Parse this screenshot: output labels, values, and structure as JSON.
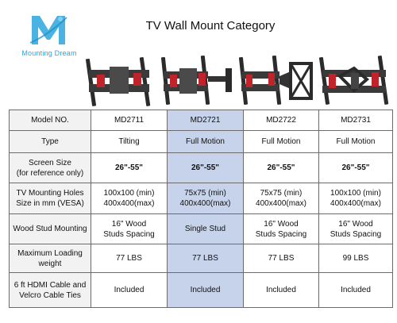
{
  "brand": {
    "name": "Mounting Dream",
    "accent_color": "#2aa6dc"
  },
  "page": {
    "title": "TV Wall Mount Category"
  },
  "table": {
    "highlight_color": "#c6d3ea",
    "rows": [
      {
        "label": "Model NO.",
        "cells": [
          "MD2711",
          "MD2721",
          "MD2722",
          "MD2731"
        ]
      },
      {
        "label": "Type",
        "cells": [
          "Tilting",
          "Full Motion",
          "Full Motion",
          "Full Motion"
        ]
      },
      {
        "label": "Screen Size\n(for reference only)",
        "cells": [
          "26\"-55\"",
          "26\"-55\"",
          "26\"-55\"",
          "26\"-55\""
        ]
      },
      {
        "label": "TV Mounting Holes\nSize in mm (VESA)",
        "cells": [
          "100x100 (min)\n400x400(max)",
          "75x75 (min)\n400x400(max)",
          "75x75 (min)\n400x400(max)",
          "100x100 (min)\n400x400(max)"
        ]
      },
      {
        "label": "Wood Stud Mounting",
        "cells": [
          "16\" Wood\nStuds Spacing",
          "Single Stud",
          "16\" Wood\nStuds Spacing",
          "16\" Wood\nStuds Spacing"
        ]
      },
      {
        "label": "Maximum Loading\nweight",
        "cells": [
          "77 LBS",
          "77 LBS",
          "77 LBS",
          "99 LBS"
        ]
      },
      {
        "label": "6 ft HDMI Cable and\nVelcro Cable Ties",
        "cells": [
          "Included",
          "Included",
          "Included",
          "Included"
        ]
      }
    ]
  }
}
